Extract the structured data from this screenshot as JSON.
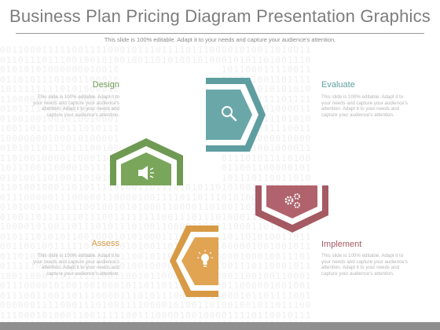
{
  "slide": {
    "title": "Business Plan Pricing Diagram Presentation Graphics",
    "subtitle": "This slide is 100% editable. Adapt it to your needs and capture your audience's attention."
  },
  "steps": [
    {
      "label": "Design",
      "description": "This slide is 100% editable. Adapt it to your needs and capture your audience's attention. Adapt it to your needs and capture your audience's attention.",
      "color": "#6f9a53",
      "icon": "speaker-icon"
    },
    {
      "label": "Evaluate",
      "description": "This slide is 100% editable. Adapt it to your needs and capture your audience's attention. Adapt it to your needs and capture your audience's attention.",
      "color": "#5f9ea0",
      "icon": "search-icon"
    },
    {
      "label": "Assess",
      "description": "This slide is 100% editable. Adapt it to your needs and capture your audience's attention. Adapt it to your needs and capture your audience's attention.",
      "color": "#d89a45",
      "icon": "lightbulb-icon"
    },
    {
      "label": "Implement",
      "description": "This slide is 100% editable. Adapt it to your needs and capture your audience's attention. Adapt it to your needs and capture your audience's attention.",
      "color": "#a55a63",
      "icon": "gears-icon"
    }
  ],
  "colors": {
    "label_design": "#6f9a53",
    "label_evaluate": "#5f9ea0",
    "label_assess": "#d89a45",
    "label_implement": "#a55a63"
  }
}
